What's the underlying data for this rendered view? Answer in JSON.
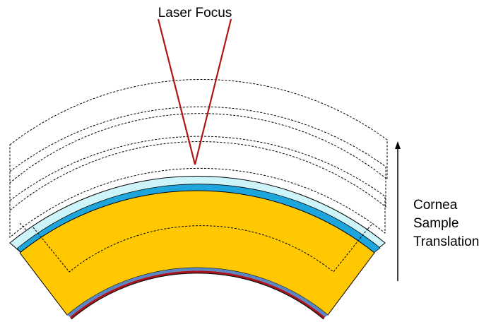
{
  "labels": {
    "laser_focus": "Laser Focus",
    "translation_line1": "Cornea",
    "translation_line2": "Sample",
    "translation_line3": "Translation"
  },
  "colors": {
    "laser_beam": "#b01515",
    "stroma": "#ffc800",
    "outer_layer": "#cdf4f8",
    "blue_band": "#1ea6dc",
    "inner_blue": "#5b86c4",
    "inner_red": "#a8141c",
    "outline": "#000000"
  },
  "icons": {
    "translation_arrow": "arrow-up-icon"
  }
}
